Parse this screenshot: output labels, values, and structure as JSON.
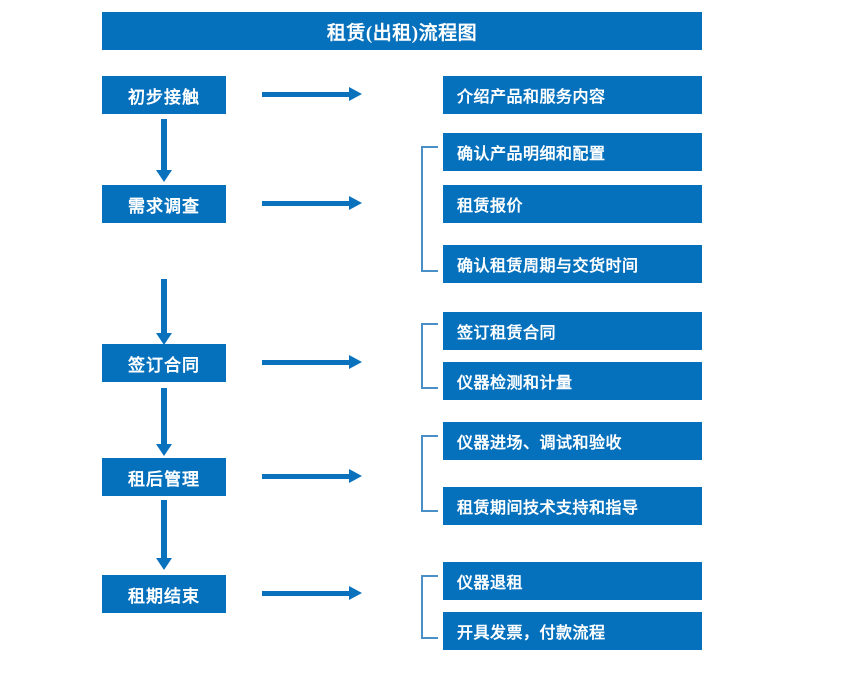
{
  "title": "租赁(出租)流程图",
  "stages": [
    {
      "label": "初步接触",
      "details": [
        "介绍产品和服务内容"
      ]
    },
    {
      "label": "需求调查",
      "details": [
        "确认产品明细和配置",
        "租赁报价",
        "确认租赁周期与交货时间"
      ]
    },
    {
      "label": "签订合同",
      "details": [
        "签订租赁合同",
        "仪器检测和计量"
      ]
    },
    {
      "label": "租后管理",
      "details": [
        "仪器进场、调试和验收",
        "租赁期间技术支持和指导"
      ]
    },
    {
      "label": "租期结束",
      "details": [
        "仪器退租",
        "开具发票，付款流程"
      ]
    }
  ],
  "colors": {
    "box_fill": "#0571bd",
    "box_text": "#ffffff",
    "arrow": "#0a72bd",
    "bracket": "#4a8fc7",
    "background": "#ffffff"
  },
  "connectors": {
    "stage_to_detail": "arrow-right",
    "stage_to_stage": "arrow-down",
    "detail_group": "bracket"
  }
}
